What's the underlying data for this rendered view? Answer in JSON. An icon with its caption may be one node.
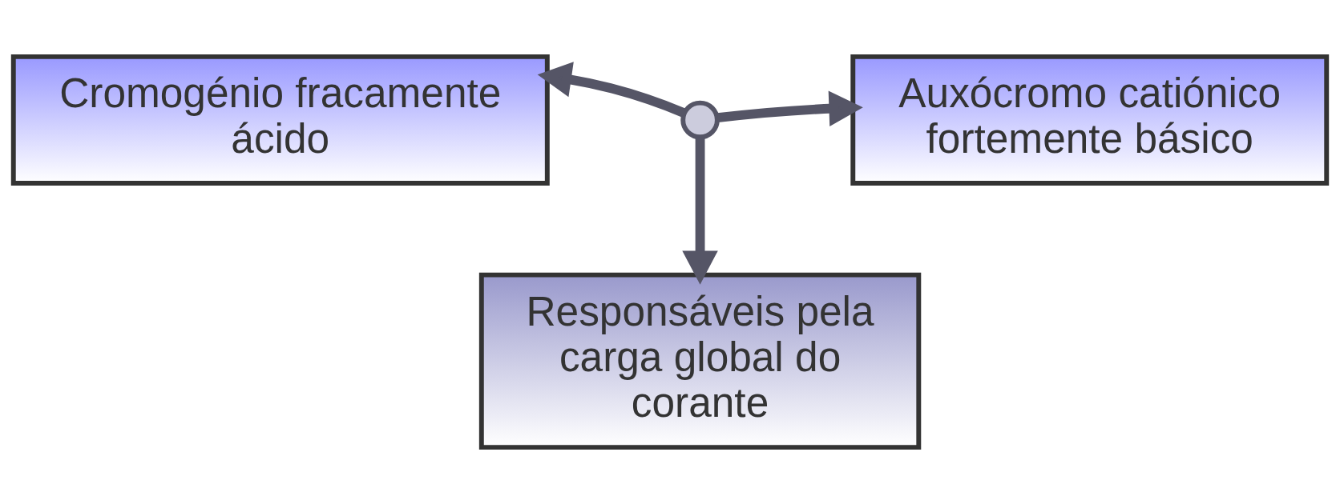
{
  "diagram": {
    "nodes": [
      {
        "text": [
          "Cromogénio fracamente ácido"
        ]
      },
      {
        "text": [],
        "shape": "arrow"
      },
      {
        "text": [
          "Auxócromo catiónico fortemente básico"
        ]
      },
      {
        "text": [
          "Responsáveis pela carga global do corante"
        ]
      }
    ],
    "edges": [
      {
        "from": 1,
        "to": 0,
        "arrow": "to"
      },
      {
        "from": 1,
        "to": 2,
        "arrow": "to"
      },
      {
        "from": 1,
        "to": 3,
        "arrow": "to"
      }
    ]
  }
}
